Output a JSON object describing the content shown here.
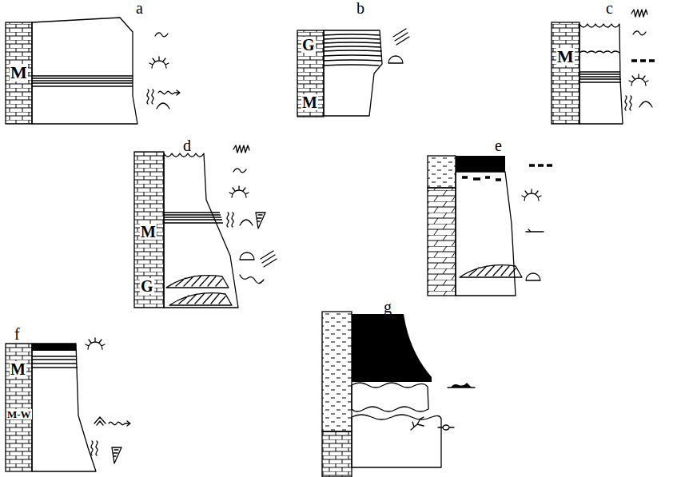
{
  "diagram": {
    "labels": [
      "a",
      "M",
      "b",
      "G",
      "M",
      "c",
      "M",
      "d",
      "M",
      "G",
      "e",
      "f",
      "M",
      "M-W",
      "g"
    ]
  }
}
